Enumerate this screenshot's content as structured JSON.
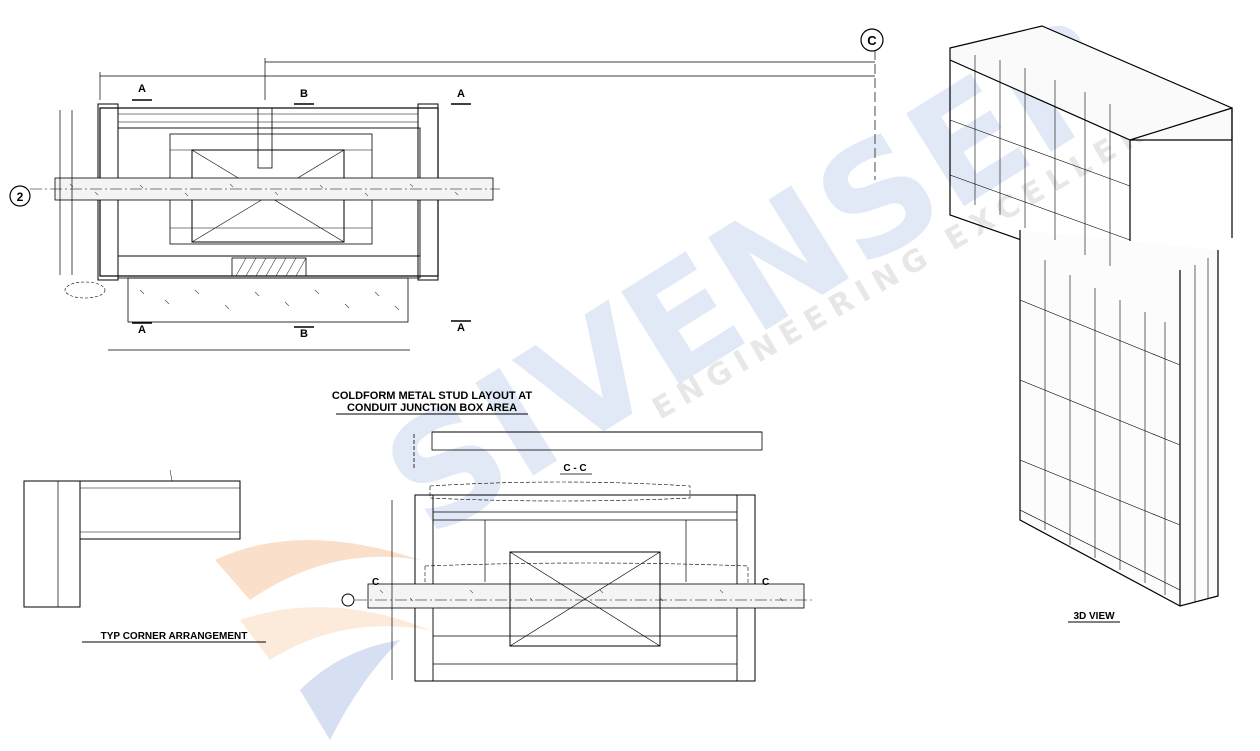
{
  "titles": {
    "plan_line1": "COLDFORM METAL STUD LAYOUT AT",
    "plan_line2": "CONDUIT JUNCTION BOX AREA",
    "corner": "TYP CORNER ARRANGEMENT",
    "view3d": "3D VIEW",
    "section": "C - C"
  },
  "markers": {
    "grid_2": "2",
    "grid_c": "C",
    "section_a": "A",
    "section_b": "B",
    "section_c": "C"
  },
  "watermark": {
    "brand": "SIVENSER",
    "tagline": "ENGINEERING EXCELLENCE",
    "colors": {
      "orange": "#f0a060",
      "blue": "#6a8fd0",
      "grey": "#b8b8b8"
    }
  }
}
